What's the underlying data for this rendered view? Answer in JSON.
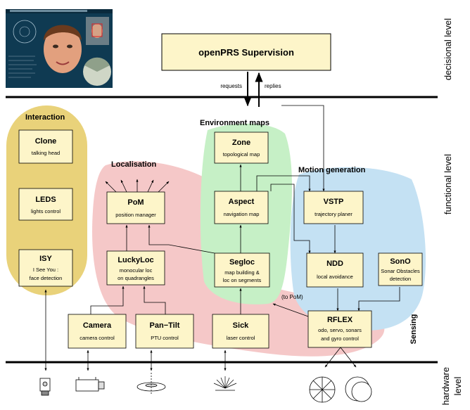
{
  "levels": {
    "decisional": "decisional level",
    "functional": "functional level",
    "hardware_line1": "hardware",
    "hardware_line2": "level"
  },
  "supervisor": {
    "name": "openPRS Supervision"
  },
  "flows": {
    "requests": "requests",
    "replies": "replies",
    "to_pom": "(to PoM)"
  },
  "groups": {
    "interaction": "Interaction",
    "localisation": "Localisation",
    "environment": "Environment maps",
    "motion": "Motion generation",
    "sensing": "Sensing"
  },
  "modules": {
    "clone": {
      "name": "Clone",
      "desc": [
        "talking head"
      ]
    },
    "leds": {
      "name": "LEDS",
      "desc": [
        "lights control"
      ]
    },
    "isy": {
      "name": "ISY",
      "desc": [
        "I See You :",
        "face detection"
      ]
    },
    "pom": {
      "name": "PoM",
      "desc": [
        "position manager"
      ]
    },
    "luckyloc": {
      "name": "LuckyLoc",
      "desc": [
        "monocular loc",
        "on quadrangles"
      ]
    },
    "zone": {
      "name": "Zone",
      "desc": [
        "topological map"
      ]
    },
    "aspect": {
      "name": "Aspect",
      "desc": [
        "navigation map"
      ]
    },
    "segloc": {
      "name": "Segloc",
      "desc": [
        "map building &",
        "loc on segments"
      ]
    },
    "vstp": {
      "name": "VSTP",
      "desc": [
        "trajectory planer"
      ]
    },
    "ndd": {
      "name": "NDD",
      "desc": [
        "local avoidance"
      ]
    },
    "sono": {
      "name": "SonO",
      "desc": [
        "Sonar Obstacles",
        "detection"
      ]
    },
    "camera": {
      "name": "Camera",
      "desc": [
        "camera control"
      ]
    },
    "pantilt": {
      "name": "Pan−Tilt",
      "desc": [
        "PTU control"
      ]
    },
    "sick": {
      "name": "Sick",
      "desc": [
        "laser control"
      ]
    },
    "rflex": {
      "name": "RFLEX",
      "desc": [
        "odo, servo, sonars",
        "and gyro control"
      ]
    }
  },
  "colors": {
    "module_fill": "#fdf5c9",
    "interaction_blob": "#e9d27a",
    "localisation_blob": "#f5c8c8",
    "environment_blob": "#c6f0c6",
    "motion_blob": "#c4e1f3",
    "screenshot_bg": "#0f3a52"
  }
}
